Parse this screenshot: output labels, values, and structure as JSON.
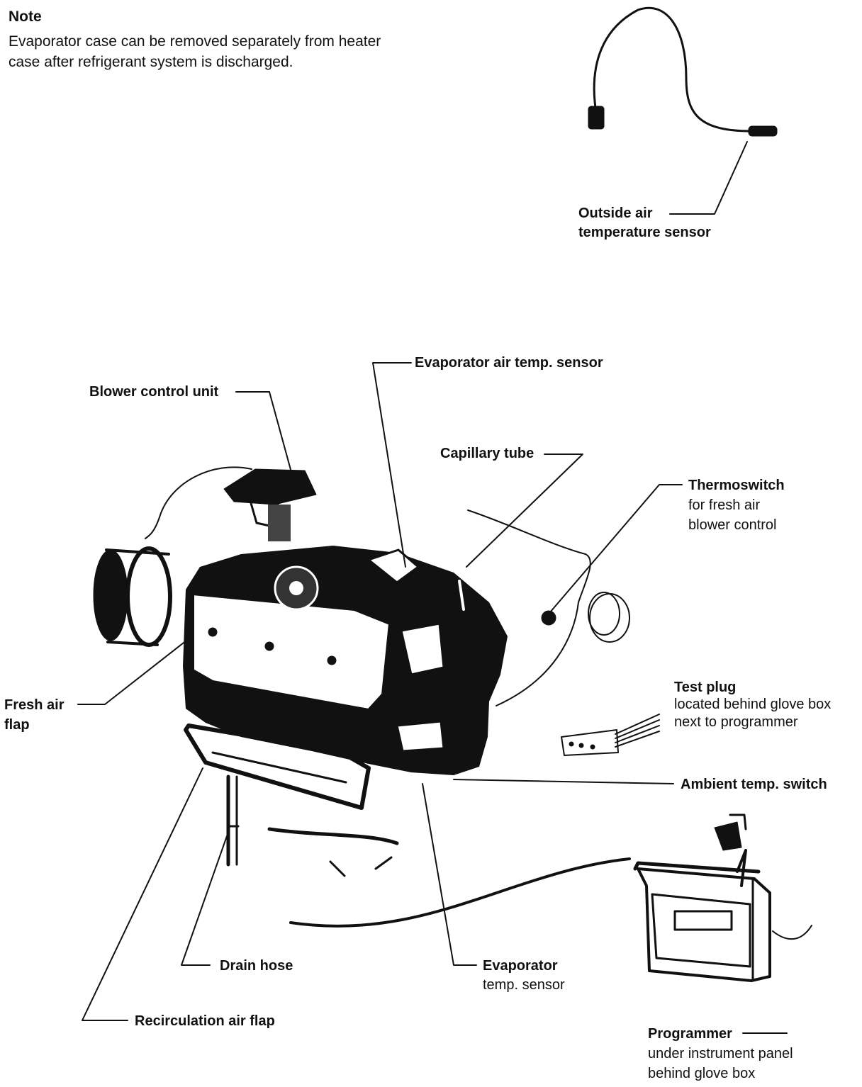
{
  "note": {
    "title": "Note",
    "line1": "Evaporator case can be removed separately from heater",
    "line2": "case after refrigerant system is discharged."
  },
  "labels": {
    "outside_air_sensor": {
      "line1": "Outside air",
      "line2": "temperature sensor"
    },
    "evaporator_air_temp_sensor": "Evaporator air temp. sensor",
    "blower_control_unit": "Blower control unit",
    "capillary_tube": "Capillary tube",
    "thermoswitch": {
      "title": "Thermoswitch",
      "line1": "for fresh air",
      "line2": "blower control"
    },
    "fresh_air_flap": {
      "line1": "Fresh air",
      "line2": "flap"
    },
    "test_plug": {
      "title": "Test plug",
      "line1": "located behind glove box",
      "line2": "next to programmer"
    },
    "ambient_temp_switch": "Ambient temp. switch",
    "drain_hose": "Drain hose",
    "evaporator_temp_sensor": {
      "line1": "Evaporator",
      "line2": "temp. sensor"
    },
    "recirculation_air_flap": "Recirculation air flap",
    "programmer": {
      "title": "Programmer",
      "line1": "under instrument panel",
      "line2": "behind glove box"
    }
  },
  "colors": {
    "ink": "#111111",
    "paper": "#ffffff"
  }
}
